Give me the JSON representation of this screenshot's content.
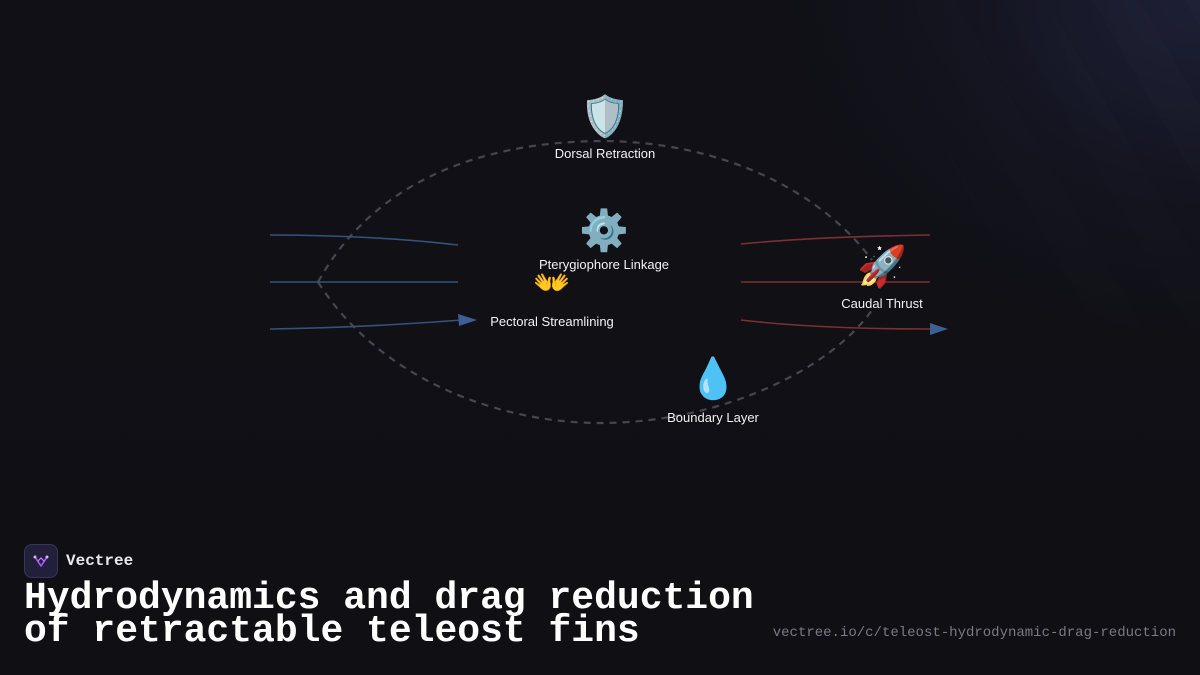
{
  "brand": {
    "name": "Vectree",
    "logo_color": "#a855f7"
  },
  "title": {
    "line1": "Hydrodynamics and drag reduction",
    "line2": "of retractable teleost fins"
  },
  "url": "vectree.io/c/teleost-hydrodynamic-drag-reduction",
  "diagram": {
    "nodes": [
      {
        "id": "dorsal",
        "label": "Dorsal Retraction",
        "icon": "shield-icon",
        "emoji": "🛡️"
      },
      {
        "id": "pterygiophore",
        "label": "Pterygiophore Linkage",
        "icon": "gear-icon",
        "emoji": "⚙️"
      },
      {
        "id": "pectoral",
        "label": "Pectoral Streamlining",
        "icon": "open-hands-icon",
        "emoji": "👐"
      },
      {
        "id": "caudal",
        "label": "Caudal Thrust",
        "icon": "rocket-icon",
        "emoji": "🚀"
      },
      {
        "id": "boundary",
        "label": "Boundary Layer",
        "icon": "droplet-icon",
        "emoji": "💧"
      }
    ],
    "colors": {
      "inflow": "#3a5a8c",
      "outflow": "#8c3535",
      "body_outline": "#4a4a52",
      "arrow_in": "#3d5f94",
      "arrow_out": "#3d5f94"
    }
  }
}
